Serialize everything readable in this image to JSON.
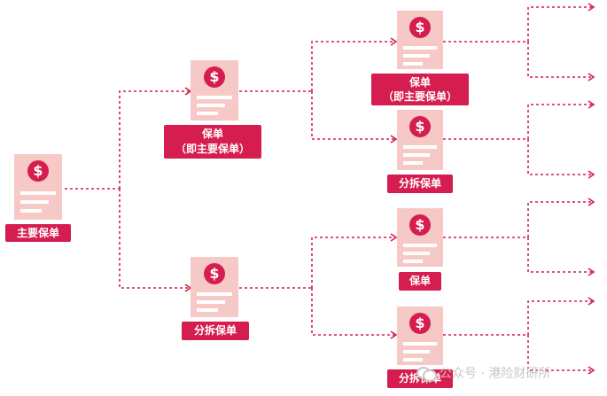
{
  "colors": {
    "accent": "#d51d4f",
    "doc_fill": "#f6c9c6",
    "connector": "#d51d4f"
  },
  "icons": {
    "doc_symbol": "dollar-coin-icon"
  },
  "coin_symbol": "$",
  "nodes": {
    "root": {
      "label": "主要保单"
    },
    "l1_top": {
      "line1": "保单",
      "line2": "（即主要保单）"
    },
    "l1_bottom": {
      "label": "分拆保单"
    },
    "l2_a": {
      "line1": "保单",
      "line2": "（即主要保单）"
    },
    "l2_b": {
      "label": "分拆保单"
    },
    "l2_c": {
      "label": "保单"
    },
    "l2_d": {
      "label": "分拆保单"
    }
  },
  "watermark": {
    "text": "公众号 · 港险财研所"
  }
}
